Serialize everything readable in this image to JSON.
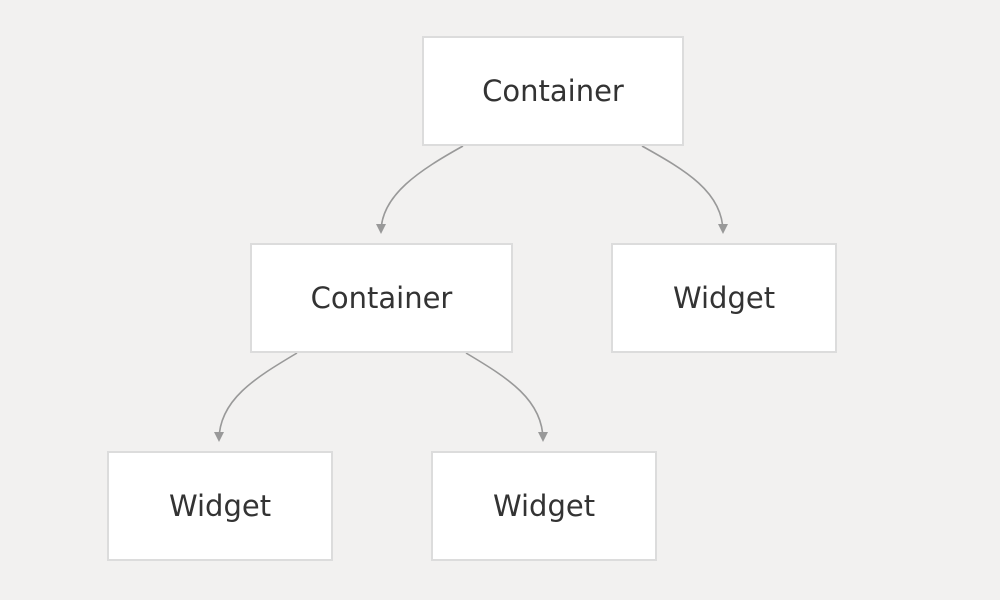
{
  "diagram": {
    "nodes": [
      {
        "id": "root",
        "label": "Container"
      },
      {
        "id": "mid",
        "label": "Container"
      },
      {
        "id": "w_right",
        "label": "Widget"
      },
      {
        "id": "w_bottom_left",
        "label": "Widget"
      },
      {
        "id": "w_bottom_mid",
        "label": "Widget"
      }
    ],
    "edges": [
      {
        "from": "root",
        "to": "mid"
      },
      {
        "from": "root",
        "to": "w_right"
      },
      {
        "from": "mid",
        "to": "w_bottom_left"
      },
      {
        "from": "mid",
        "to": "w_bottom_mid"
      }
    ],
    "colors": {
      "background": "#f2f1f0",
      "node_fill": "#ffffff",
      "node_border": "#dcdcdc",
      "edge": "#999999",
      "text": "#333333"
    }
  }
}
